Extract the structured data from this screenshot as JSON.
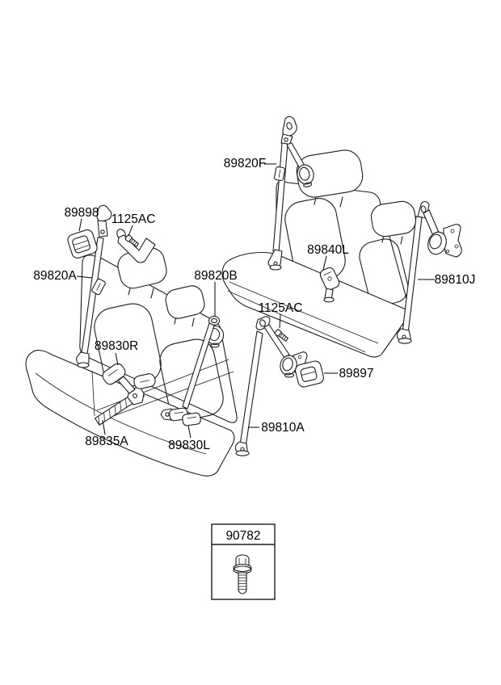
{
  "colors": {
    "background": "#ffffff",
    "line": "#1c1c1c",
    "label_text": "#000000"
  },
  "diagram_type": "seat-belt-parts-exploded-diagram",
  "callouts": [
    {
      "part": "89820F"
    },
    {
      "part": "89898"
    },
    {
      "part": "1125AC"
    },
    {
      "part": "89820A"
    },
    {
      "part": "89820B"
    },
    {
      "part": "89840L"
    },
    {
      "part": "89810J"
    },
    {
      "part": "1125AC"
    },
    {
      "part": "89897"
    },
    {
      "part": "89810A"
    },
    {
      "part": "89830R"
    },
    {
      "part": "89835A"
    },
    {
      "part": "89830L"
    }
  ],
  "legend_box": {
    "part": "90782",
    "icon": "hex-flange-bolt"
  }
}
